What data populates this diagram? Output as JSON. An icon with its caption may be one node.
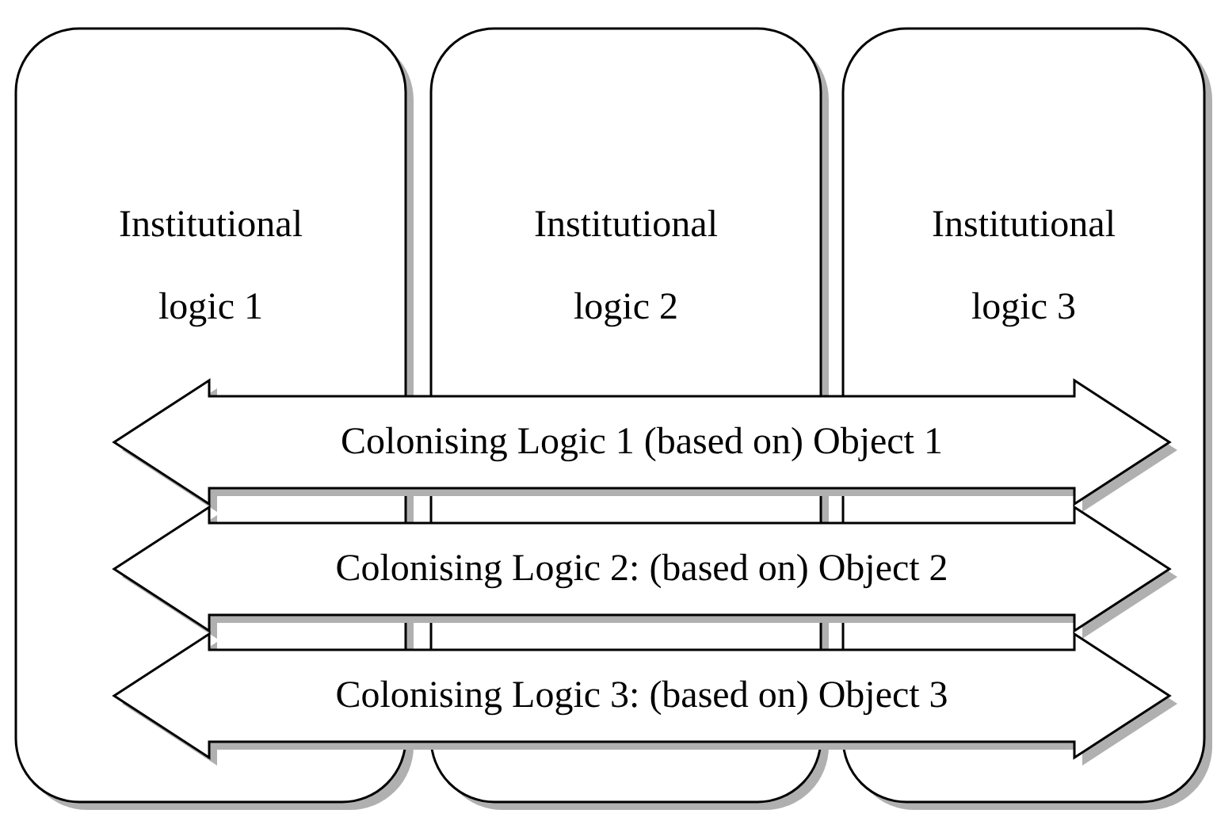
{
  "diagram": {
    "nodes": [
      {
        "text": [
          "Institutional logic 1"
        ]
      },
      {
        "text": [
          "Institutional logic 2"
        ]
      },
      {
        "text": [
          "Institutional logic 3"
        ]
      },
      {
        "text": [
          "Colonising Logic 1 (based on) Object 1"
        ]
      },
      {
        "text": [
          "Colonising Logic 2: (based on) Object 2"
        ]
      },
      {
        "text": [
          "Colonising Logic 3: (based on) Object 3"
        ]
      }
    ]
  }
}
